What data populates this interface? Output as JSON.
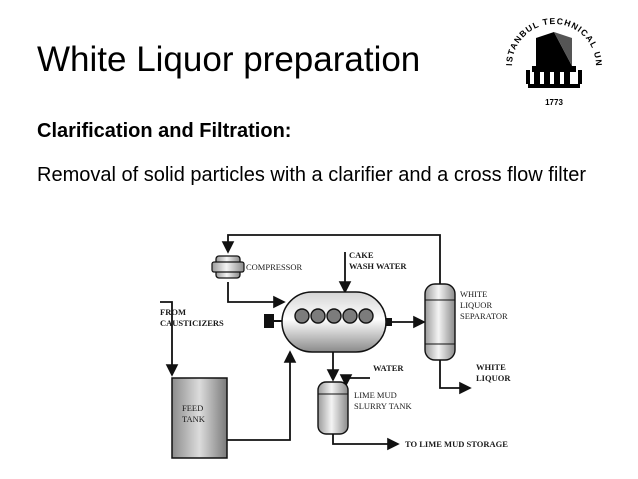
{
  "slide": {
    "title": "White Liquor preparation",
    "subtitle": "Clarification and Filtration:",
    "body": "Removal of solid particles with a clarifier and a cross flow filter"
  },
  "logo": {
    "text": "ISTANBUL TECHNICAL UNIVERSITY",
    "year": "1773",
    "icon": "university-seal-icon"
  },
  "diagram": {
    "labels": {
      "compressor": "COMPRESSOR",
      "cake_line1": "CAKE",
      "cake_line2": "WASH WATER",
      "white_sep_line1": "WHITE",
      "white_sep_line2": "LIQUOR",
      "white_sep_line3": "SEPARATOR",
      "from_line1": "FROM",
      "from_line2": "CAUSTICIZERS",
      "water": "WATER",
      "white_out_line1": "WHITE",
      "white_out_line2": "LIQUOR",
      "lime_line1": "LIME MUD",
      "lime_line2": "SLURRY TANK",
      "feed_line1": "FEED",
      "feed_line2": "TANK",
      "storage": "TO LIME MUD STORAGE"
    }
  }
}
